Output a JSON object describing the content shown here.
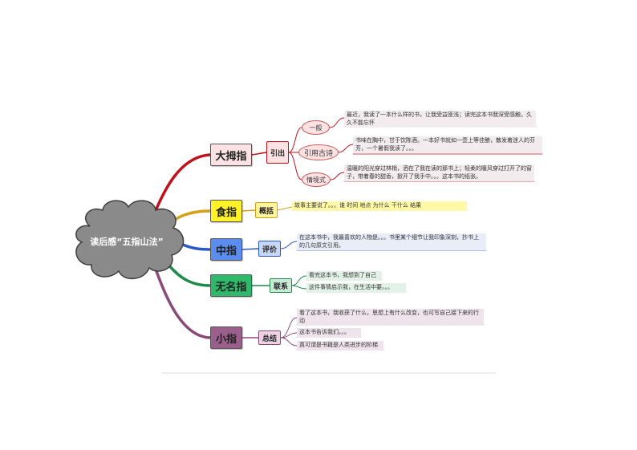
{
  "central": {
    "label": "读后感“五指山法”"
  },
  "branches": [
    {
      "label": "大拇指",
      "sub_label": "引出",
      "color": "#c0121c",
      "box_fill": "#fde2e4",
      "sub_fill": "#fde2e4",
      "children": [
        {
          "label": "一般",
          "note": "最近，我读了一本什么样的书，让我受益匪浅；读完这本书我深受感触，久久不能忘怀"
        },
        {
          "label": "引用古诗",
          "note": "书味在胸中，甘于饮陈酒。一本好书就如一壶上等佳酿，散发着迷人的芬芳，一个暑假我读了。。。"
        },
        {
          "label": "情境式",
          "note": "温暖的阳光穿过林梢，洒在了我在读的那书上；轻柔的暖风穿过打开了的窗子，带着春的甜香，掀开了我手中。。。这本书的纸张。"
        }
      ]
    },
    {
      "label": "食指",
      "sub_label": "概括",
      "color": "#d4a017",
      "box_fill": "#fff22a",
      "sub_fill": "#fff59d",
      "children": [
        {
          "note": "故事主要说了。。。谁 时间 地点 为什么 干什么 结果"
        }
      ]
    },
    {
      "label": "中指",
      "sub_label": "评价",
      "color": "#2b58c9",
      "box_fill": "#5b8def",
      "sub_fill": "#c9d7f7",
      "children": [
        {
          "note": "在这本书中，我最喜欢的人物是。。。书里某个细节让我印象深刻，抄书上的几句原文引用。"
        }
      ]
    },
    {
      "label": "无名指",
      "sub_label": "联系",
      "color": "#1e8a47",
      "box_fill": "#2fb96b",
      "sub_fill": "#c8ecd7",
      "children": [
        {
          "note": "看完这本书，我想到了自己"
        },
        {
          "note": "这件事情启示我，在生活中要。。。"
        }
      ]
    },
    {
      "label": "小指",
      "sub_label": "总结",
      "color": "#8a4a78",
      "box_fill": "#9b5f8c",
      "sub_fill": "#ead4e4",
      "children": [
        {
          "note": "看了这本书，我收获了什么，思想上有什么改变，也可写自己接下来的行动"
        },
        {
          "note": "这本书告诉我们。。。"
        },
        {
          "note": "真可谓是书籍是人类进步的阶梯"
        }
      ]
    }
  ]
}
